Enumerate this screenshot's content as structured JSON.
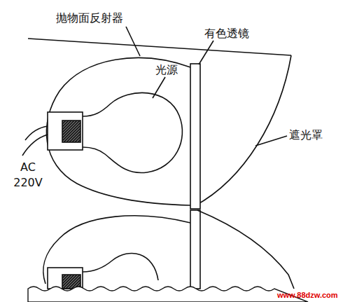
{
  "diagram": {
    "labels": [
      "抛物面反射器",
      "有色透镜",
      "光源",
      "遮光罩",
      "AC 220V",
      "www.88dzw.com"
    ]
  }
}
